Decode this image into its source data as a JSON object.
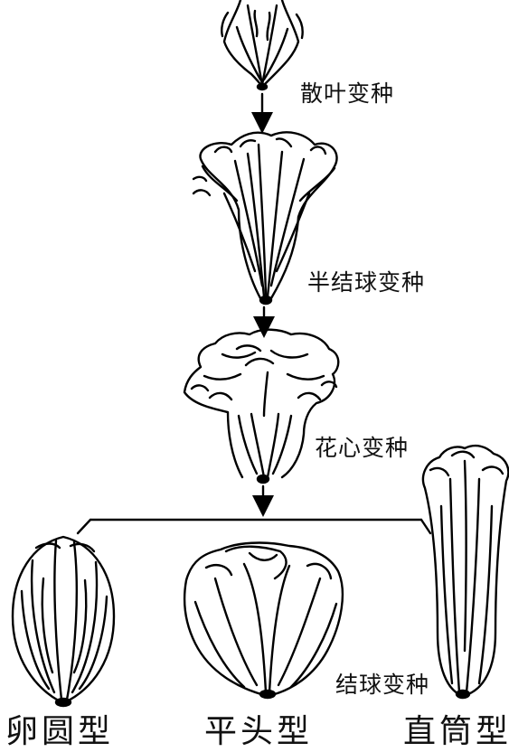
{
  "stages": [
    {
      "id": "loose",
      "label": "散叶变种"
    },
    {
      "id": "semi",
      "label": "半结球变种"
    },
    {
      "id": "flower",
      "label": "花心变种"
    },
    {
      "id": "heading",
      "label": "结球变种"
    }
  ],
  "types": [
    {
      "id": "ovate",
      "label": "卵圆型"
    },
    {
      "id": "flat",
      "label": "平头型"
    },
    {
      "id": "cylinder",
      "label": "直筒型"
    }
  ]
}
